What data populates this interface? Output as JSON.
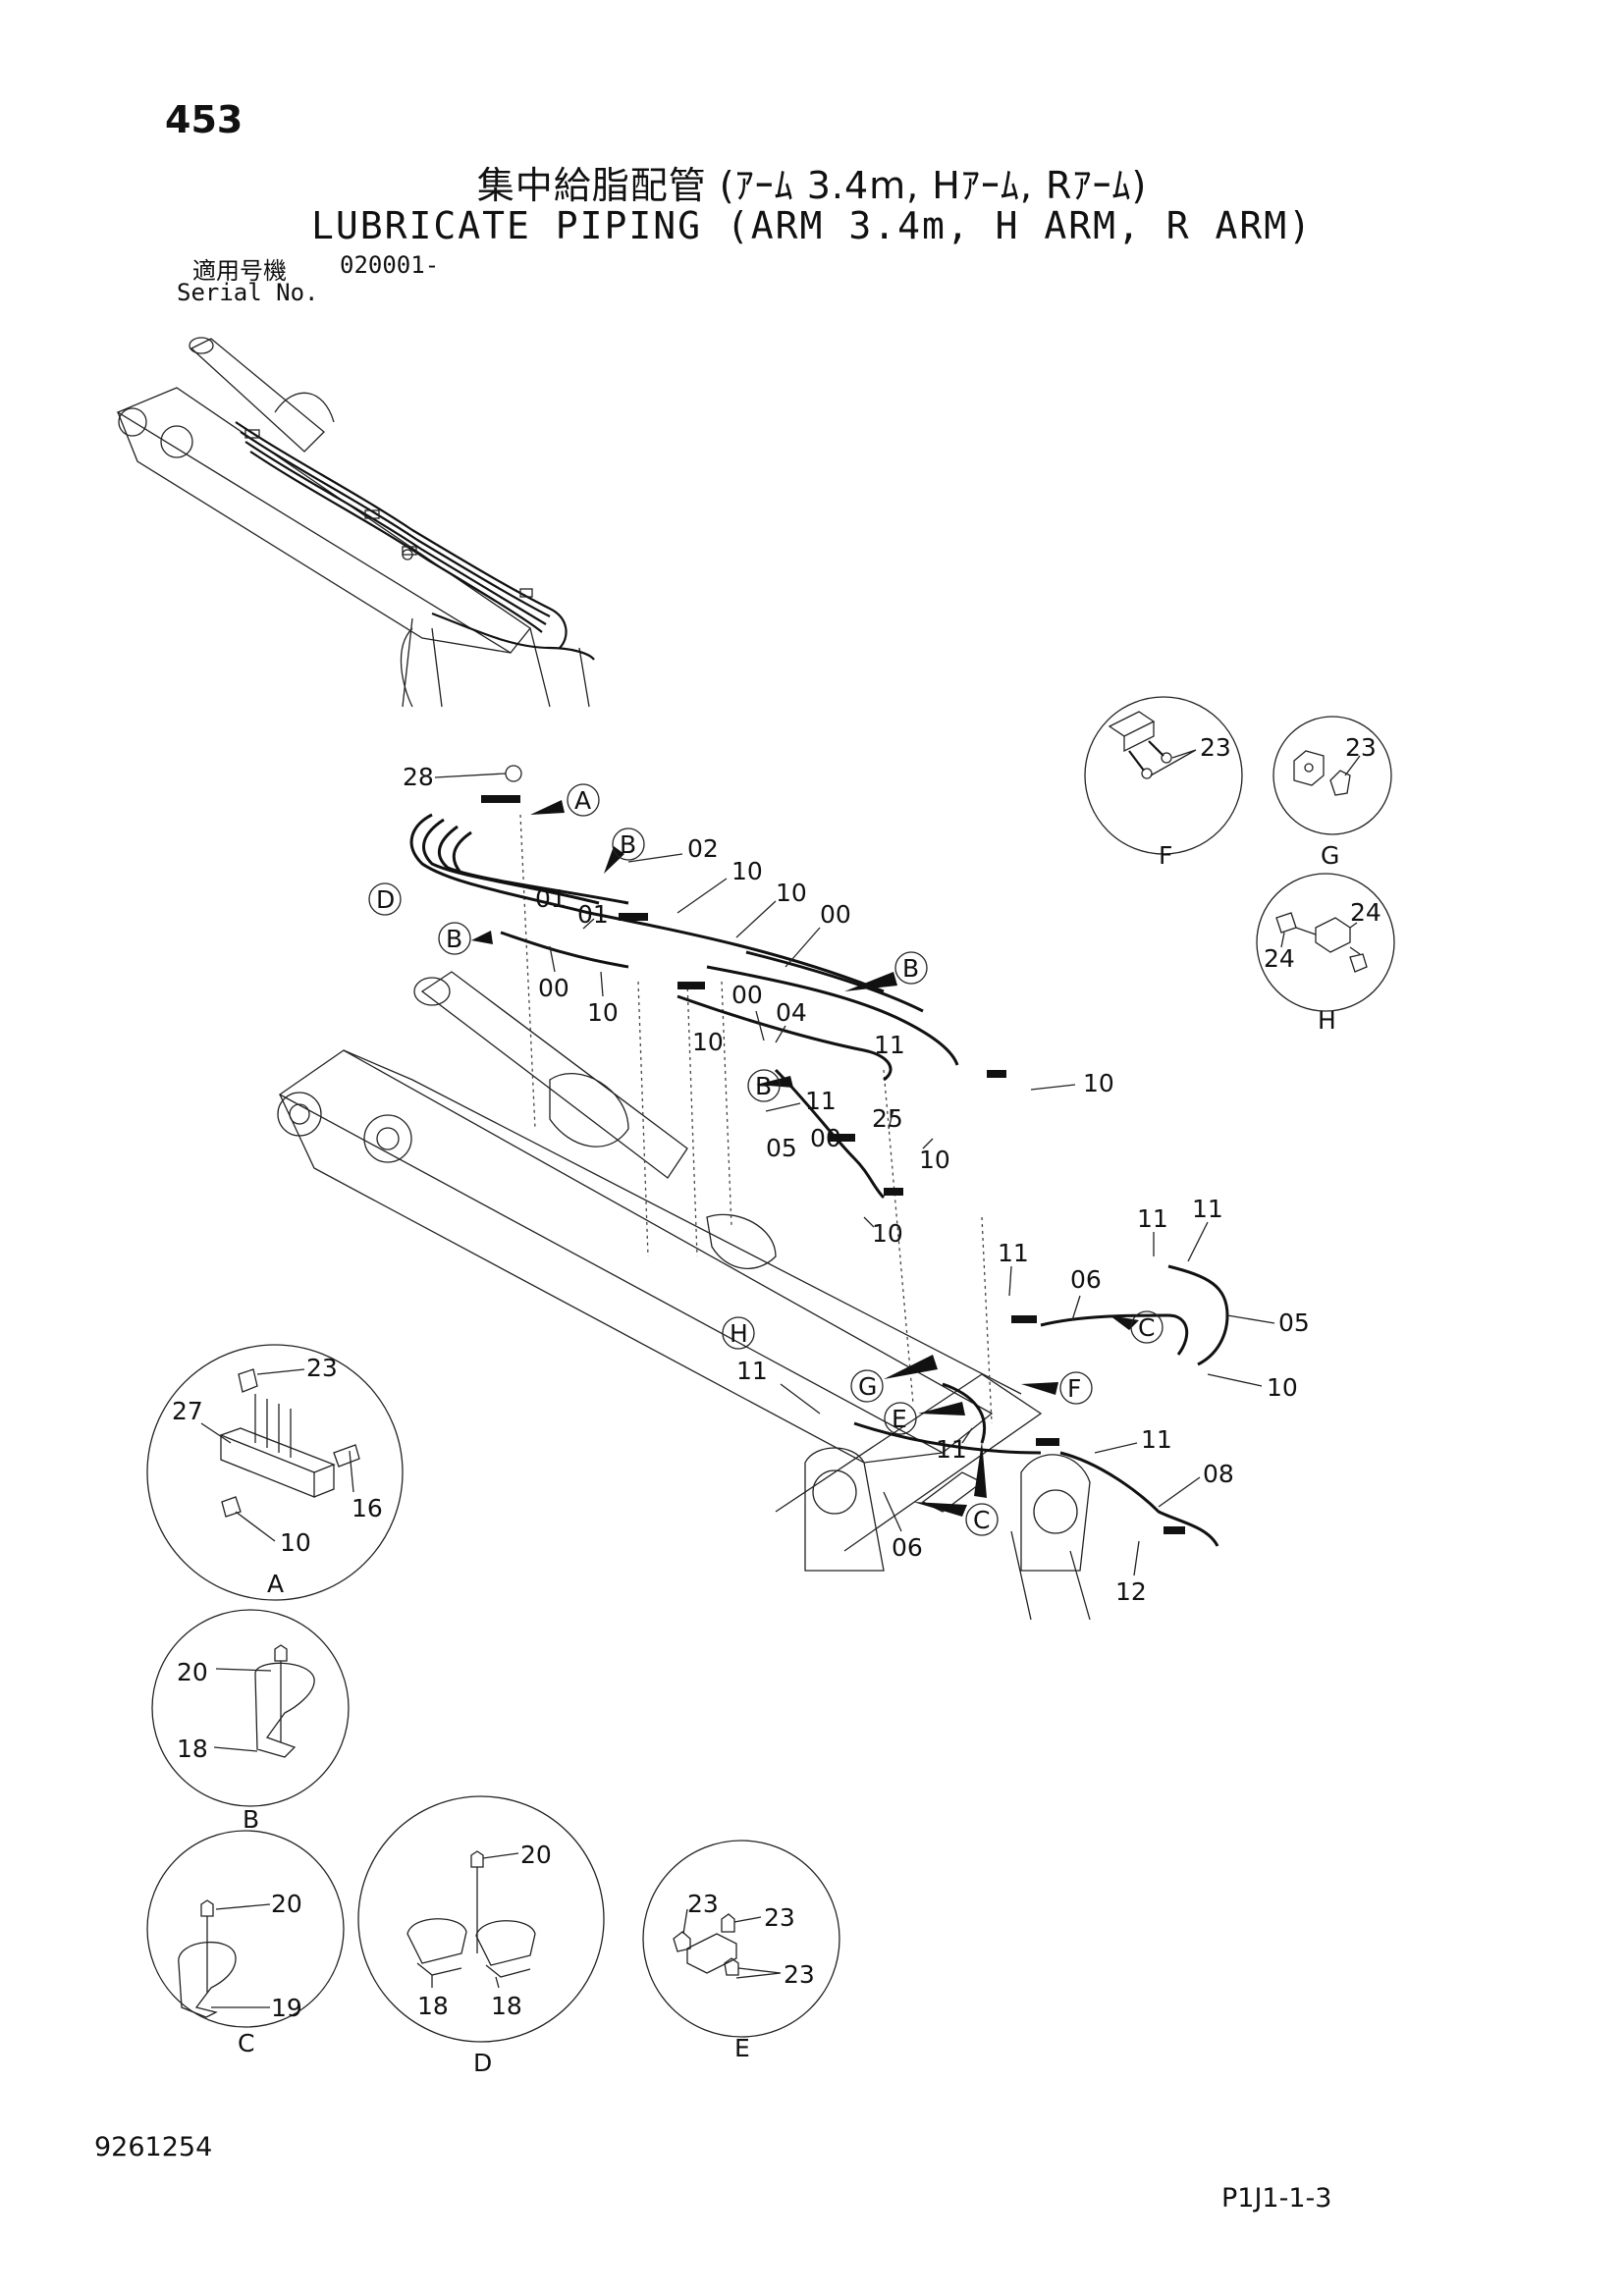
{
  "header": {
    "page_number": "453",
    "title_jp": "集中給脂配管 (ｱｰﾑ 3.4m, Hｱｰﾑ, Rｱｰﾑ)",
    "title_en": "LUBRICATE PIPING (ARM 3.4m, H ARM, R ARM)",
    "serial_label_jp": "適用号機",
    "serial_value": "020001-",
    "serial_label_en": "Serial No."
  },
  "footer": {
    "drawing_number": "9261254",
    "page_code": "P1J1-1-3"
  },
  "part_labels": {
    "p00": "00",
    "p01": "01",
    "p02": "02",
    "p04": "04",
    "p05": "05",
    "p06": "06",
    "p08": "08",
    "p10": "10",
    "p11": "11",
    "p12": "12",
    "p16": "16",
    "p18": "18",
    "p19": "19",
    "p20": "20",
    "p23": "23",
    "p24": "24",
    "p25": "25",
    "p27": "27",
    "p28": "28"
  },
  "callouts": {
    "A": "A",
    "B": "B",
    "C": "C",
    "D": "D",
    "E": "E",
    "F": "F",
    "G": "G",
    "H": "H"
  }
}
